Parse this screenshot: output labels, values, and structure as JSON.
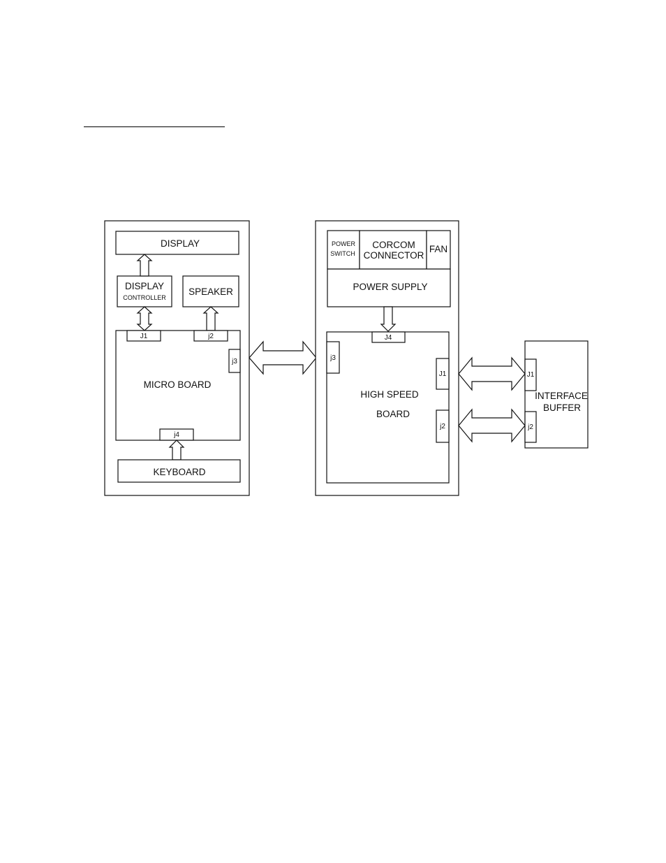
{
  "micro_unit": {
    "display": "DISPLAY",
    "display_controller_line1": "DISPLAY",
    "display_controller_line2": "CONTROLLER",
    "speaker": "SPEAKER",
    "micro_board": "MICRO BOARD",
    "keyboard": "KEYBOARD",
    "connectors": {
      "j1": "J1",
      "j2": "j2",
      "j3": "j3",
      "j4": "j4"
    }
  },
  "power_unit": {
    "power_switch_line1": "POWER",
    "power_switch_line2": "SWITCH",
    "corcom_line1": "CORCOM",
    "corcom_line2": "CONNECTOR",
    "fan": "FAN",
    "power_supply": "POWER SUPPLY",
    "high_speed_line1": "HIGH SPEED",
    "high_speed_line2": "BOARD",
    "connectors": {
      "j1": "J1",
      "j2": "j2",
      "j3": "j3",
      "j4": "J4"
    }
  },
  "interface_buffer": {
    "line1": "INTERFACE",
    "line2": "BUFFER",
    "connectors": {
      "j1": "J1",
      "j2": "j2"
    }
  }
}
